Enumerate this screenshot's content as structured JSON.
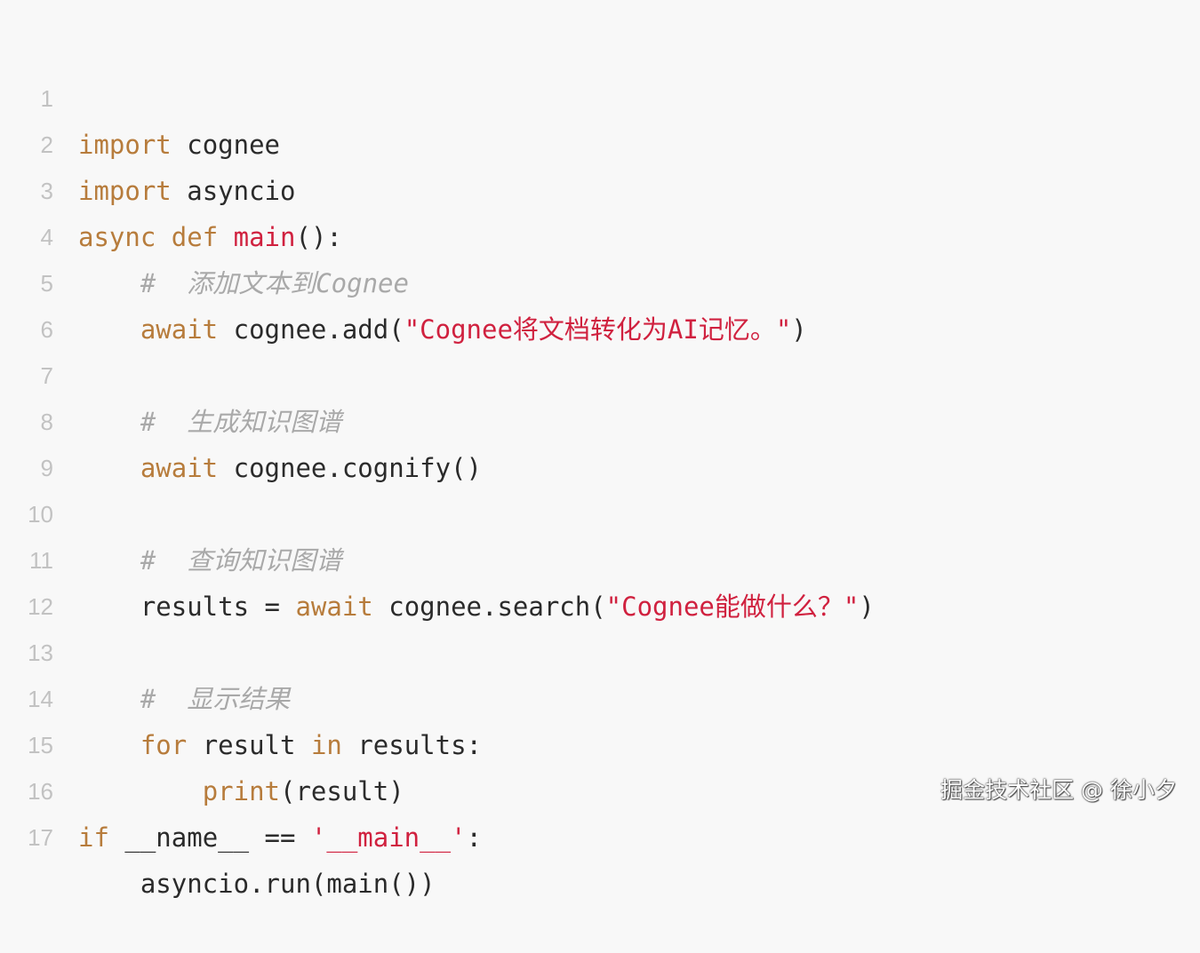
{
  "line_numbers": [
    "1",
    "2",
    "3",
    "4",
    "5",
    "6",
    "7",
    "8",
    "9",
    "10",
    "11",
    "12",
    "13",
    "14",
    "15",
    "16",
    "17"
  ],
  "tokens": {
    "import": "import",
    "cognee": "cognee",
    "asyncio": "asyncio",
    "async": "async",
    "def": "def",
    "main": "main",
    "paren_colon": "():",
    "comment_add": "#  添加文本到Cognee",
    "await": "await",
    "cognee_add": "cognee.add(",
    "str_add": "\"Cognee将文档转化为AI记忆。\"",
    "close_paren": ")",
    "comment_cognify": "#  生成知识图谱",
    "cognee_cognify": "cognee.cognify()",
    "comment_search": "#  查询知识图谱",
    "results_eq": "results = ",
    "cognee_search": "cognee.search(",
    "str_search": "\"Cognee能做什么？\"",
    "comment_show": "#  显示结果",
    "for": "for",
    "result": "result",
    "in": "in",
    "results_colon": "results:",
    "print": "print",
    "print_args": "(result)",
    "if": "if",
    "name_eq": "__name__ == ",
    "str_main": "'__main__'",
    "colon": ":",
    "asyncio_run": "asyncio.run(main())"
  },
  "watermark": "掘金技术社区 @ 徐小夕",
  "colors": {
    "background": "#f8f8f8",
    "keyword": "#b77c3c",
    "string": "#d0213f",
    "comment": "#a9a9a9",
    "text": "#2b2b2b",
    "line_number": "#c2c2c2"
  }
}
